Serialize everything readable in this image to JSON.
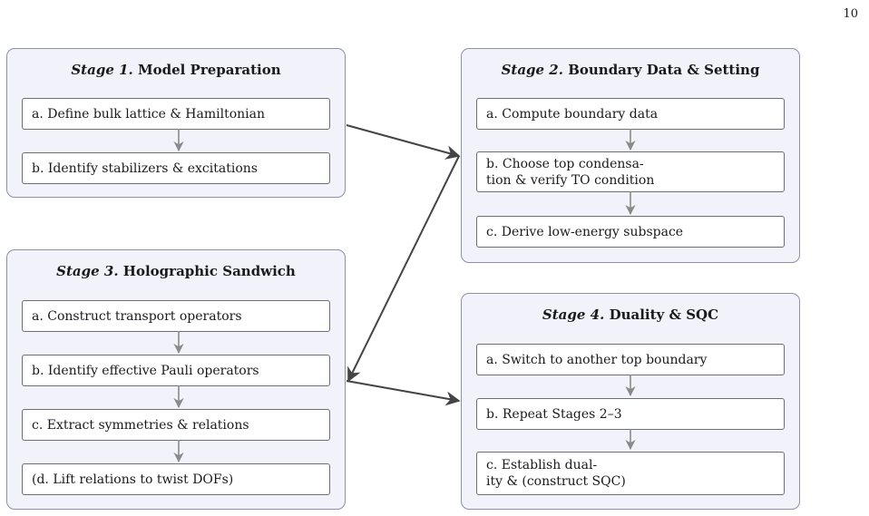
{
  "page_number": "10",
  "stages": [
    {
      "num": "Stage 1.",
      "title": "Model Preparation",
      "steps": [
        "a. Define bulk lattice & Hamiltonian",
        "b. Identify stabilizers & excitations"
      ]
    },
    {
      "num": "Stage 2.",
      "title": "Boundary Data & Setting",
      "steps": [
        "a. Compute boundary data",
        "b. Choose top condensa-",
        "tion & verify TO condition",
        "c. Derive low-energy subspace"
      ]
    },
    {
      "num": "Stage 3.",
      "title": "Holographic Sandwich",
      "steps": [
        "a. Construct transport operators",
        "b. Identify effective Pauli operators",
        "c. Extract symmetries & relations",
        "(d. Lift relations to twist DOFs)"
      ]
    },
    {
      "num": "Stage 4.",
      "title": "Duality & SQC",
      "steps": [
        "a. Switch to another top boundary",
        "b. Repeat Stages 2–3",
        "c. Establish dual-",
        "ity & (construct SQC)"
      ]
    }
  ],
  "colors": {
    "stage_fill": "#f2f2fb",
    "stage_border": "#8f8fa6",
    "inner_arrow": "#8a8a8a",
    "flow_arrow": "#444444"
  }
}
